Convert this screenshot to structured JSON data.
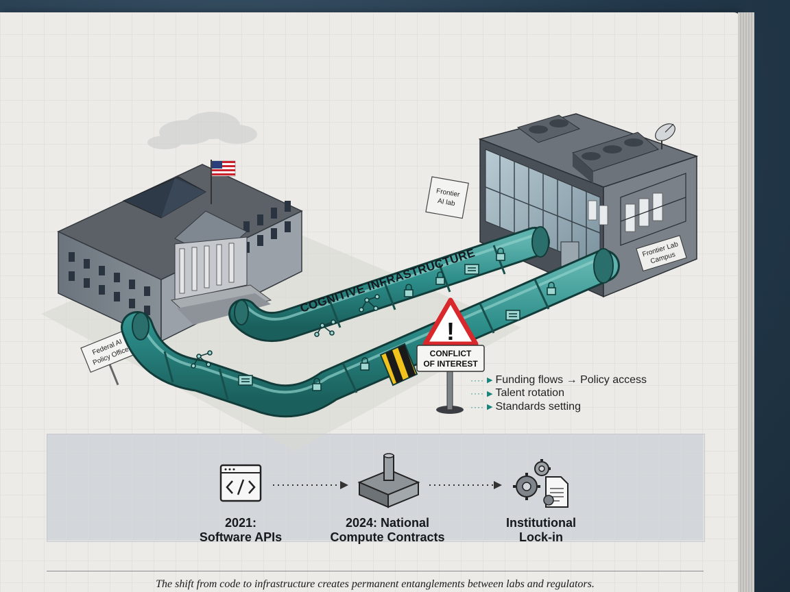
{
  "diagram": {
    "pipeline_label": "COGNITIVE INFRASTRUCTURE",
    "warning_sign": {
      "line1": "CONFLICT",
      "line2": "OF INTEREST",
      "symbol": "!"
    },
    "benefits": [
      {
        "text": "Funding flows → Policy access"
      },
      {
        "text": "Talent rotation"
      },
      {
        "text": "Standards setting"
      }
    ],
    "buildings": {
      "federal_sign": {
        "line1": "Federal AI",
        "line2": "Policy Office"
      },
      "lab_roof_sign": {
        "line1": "Frontier",
        "line2": "AI lab"
      },
      "lab_campus_sign": {
        "line1": "Frontier Lab",
        "line2": "Campus"
      }
    },
    "icons": [
      "flag-icon",
      "lock-icon",
      "network-icon",
      "code-icon",
      "satellite-dish-icon",
      "server-rack-icon"
    ]
  },
  "timeline": {
    "steps": [
      {
        "line1": "2021:",
        "line2": "Software APIs",
        "icon": "code-window-icon"
      },
      {
        "line1": "2024: National",
        "line2": "Compute Contracts",
        "icon": "concrete-pillar-icon"
      },
      {
        "line1": "Institutional",
        "line2": "Lock-in",
        "icon": "gears-document-icon"
      }
    ]
  },
  "caption": "The shift from code to infrastructure creates permanent entanglements between labs and regulators.",
  "colors": {
    "pipe": "#2c8d89",
    "pipe_dark": "#1d6764",
    "warning_red": "#d8282c",
    "accent_teal": "#17837b",
    "page": "#ecebe7"
  }
}
